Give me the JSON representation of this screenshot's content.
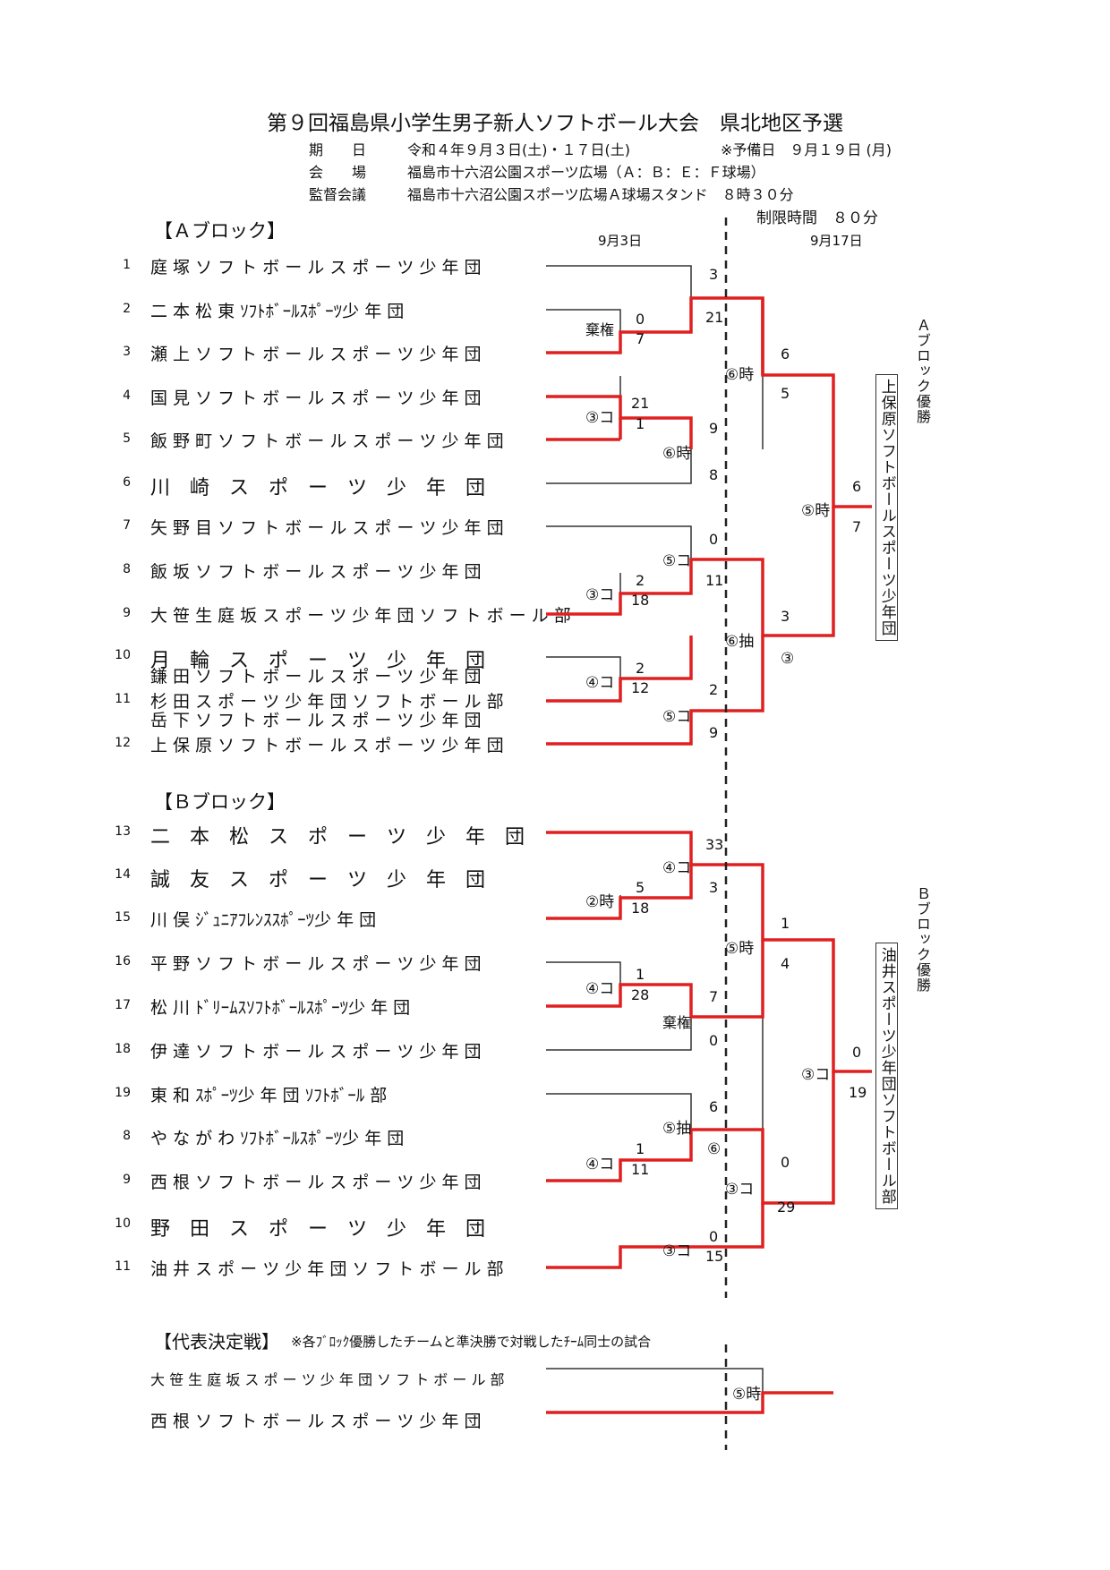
{
  "header": {
    "title": "第９回福島県小学生男子新人ソフトボール大会　県北地区予選",
    "date_label": "期　　日",
    "date_value": "令和４年９月３日(土)・１７日(土)",
    "reserve": "※予備日　９月１９日 (月)",
    "venue_label": "会　　場",
    "venue_value": "福島市十六沼公園スポーツ広場（Ａ：Ｂ：Ｅ：Ｆ球場）",
    "meeting_label": "監督会議",
    "meeting_value": "福島市十六沼公園スポーツ広場Ａ球場スタンド　８時３０分",
    "time_limit": "制限時間　８０分"
  },
  "dates": {
    "day1": "9月3日",
    "day2": "9月17日"
  },
  "blockA": {
    "title": "【Ａブロック】",
    "teams": [
      {
        "num": "1",
        "name": "庭 塚 ソ フ ト ボ ー ル ス ポ ー ツ 少 年 団"
      },
      {
        "num": "2",
        "name": "二 本 松 東 ｿﾌﾄﾎﾞｰﾙｽﾎﾟｰﾂ少 年 団"
      },
      {
        "num": "3",
        "name": "瀬 上 ソ フ ト ボ ー ル ス ポ ー ツ 少 年 団"
      },
      {
        "num": "4",
        "name": "国 見 ソ フ ト ボ ー ル ス ポ ー ツ 少 年 団"
      },
      {
        "num": "5",
        "name": "飯 野 町 ソ フ ト ボ ー ル ス ポ ー ツ 少 年 団"
      },
      {
        "num": "6",
        "name": "川　崎　ス　ポ　ー　ツ　少　年　団"
      },
      {
        "num": "7",
        "name": "矢 野 目 ソ フ ト ボ ー ル ス ポ ー ツ 少 年 団"
      },
      {
        "num": "8",
        "name": "飯 坂 ソ フ ト ボ ー ル ス ポ ー ツ 少 年 団"
      },
      {
        "num": "9",
        "name": "大 笹 生 庭 坂 ス ポ ー ツ 少 年 団 ソ フ ト ボ ー ル 部"
      },
      {
        "num": "10",
        "name": "月　輪　ス　ポ　ー　ツ　少　年　団"
      },
      {
        "num": "",
        "name": "鎌 田 ソ フ ト ボ ー ル ス ポ ー ツ 少 年 団"
      },
      {
        "num": "11",
        "name": "杉 田 ス ポ ー ツ 少 年 団 ソ フ ト ボ ー ル 部"
      },
      {
        "num": "",
        "name": "岳 下 ソ フ ト ボ ー ル ス ポ ー ツ 少 年 団"
      },
      {
        "num": "12",
        "name": "上 保 原 ソ フ ト ボ ー ル ス ポ ー ツ 少 年 団"
      }
    ],
    "winner_label": "Ａブロック優勝",
    "winner_team": "上保原ソフトボールスポーツ少年団"
  },
  "blockB": {
    "title": "【Ｂブロック】",
    "teams": [
      {
        "num": "13",
        "name": "二　本　松　ス　ポ　ー　ツ　少　年　団"
      },
      {
        "num": "14",
        "name": "誠　友　ス　ポ　ー　ツ　少　年　団"
      },
      {
        "num": "15",
        "name": "川 俣 ｼﾞｭﾆｱﾌﾚﾝｽｽﾎﾟｰﾂ少 年 団"
      },
      {
        "num": "16",
        "name": "平 野 ソ フ ト ボ ー ル ス ポ ー ツ 少 年 団"
      },
      {
        "num": "17",
        "name": "松 川 ﾄﾞﾘｰﾑｽｿﾌﾄﾎﾞｰﾙｽﾎﾟｰﾂ少 年 団"
      },
      {
        "num": "18",
        "name": "伊 達 ソ フ ト ボ ー ル ス ポ ー ツ 少 年 団"
      },
      {
        "num": "19",
        "name": "東 和 ｽﾎﾟｰﾂ少 年 団 ｿﾌﾄﾎﾞｰﾙ 部"
      },
      {
        "num": "8",
        "name": "や な が わ ｿﾌﾄﾎﾞｰﾙｽﾎﾟｰﾂ少 年 団"
      },
      {
        "num": "9",
        "name": "西 根 ソ フ ト ボ ー ル ス ポ ー ツ 少 年 団"
      },
      {
        "num": "10",
        "name": "野　田　ス　ポ　ー　ツ　少　年　団"
      },
      {
        "num": "11",
        "name": "油 井 ス ポ ー ツ 少 年 団 ソ フ ト ボ ー ル 部"
      }
    ],
    "winner_label": "Ｂブロック優勝",
    "winner_team": "油井スポーツ少年団ソフトボール部"
  },
  "final": {
    "title": "【代表決定戦】",
    "note": "※各ﾌﾞﾛｯｸ優勝したチームと準決勝で対戦したﾁｰﾑ同士の試合",
    "teams": [
      {
        "name": "大 笹 生 庭 坂 ス ポ ー ツ 少 年 団 ソ フ ト ボ ー ル 部"
      },
      {
        "name": "西 根 ソ フ ト ボ ー ル ス ポ ー ツ 少 年 団"
      }
    ],
    "game": "⑤時"
  },
  "scores": {
    "a_m1": "3",
    "a_m2a": "0",
    "a_m2b": "7",
    "a_m2n": "棄権",
    "a_m1b": "21",
    "a_m3a": "21",
    "a_m3b": "1",
    "a_m3n": "③コ",
    "a_m4a": "9",
    "a_m4b": "8",
    "a_m4n": "⑥時",
    "a_q1a": "6",
    "a_q1b": "5",
    "a_q1n": "⑥時",
    "a_m5a": "0",
    "a_m5n": "⑤コ",
    "a_m6a": "2",
    "a_m6b": "18",
    "a_m6n": "③コ",
    "a_m5b": "11",
    "a_m7a": "2",
    "a_m7b": "12",
    "a_m7n": "④コ",
    "a_m8a": "2",
    "a_m8b": "9",
    "a_m8n": "⑤コ",
    "a_q2a": "3",
    "a_q2n": "⑥抽",
    "a_q2b": "③",
    "a_fa": "6",
    "a_fb": "7",
    "a_fn": "⑤時",
    "b_m1a": "33",
    "b_m1n": "④コ",
    "b_m1b": "3",
    "b_m2a": "5",
    "b_m2b": "18",
    "b_m2n": "②時",
    "b_m3a": "1",
    "b_m3b": "28",
    "b_m3n": "④コ",
    "b_m4a": "7",
    "b_m4b": "0",
    "b_m4n": "棄権",
    "b_q1a": "1",
    "b_q1b": "4",
    "b_q1n": "⑤時",
    "b_m5a": "6",
    "b_m5n": "⑤抽",
    "b_m5b": "⑥",
    "b_m6a": "1",
    "b_m6b": "11",
    "b_m6n": "④コ",
    "b_m7a": "0",
    "b_m7b": "15",
    "b_m7n": "③コ",
    "b_q2a": "0",
    "b_q2b": "29",
    "b_q2n": "③コ",
    "b_fa": "0",
    "b_fb": "19",
    "b_fn": "③コ"
  }
}
